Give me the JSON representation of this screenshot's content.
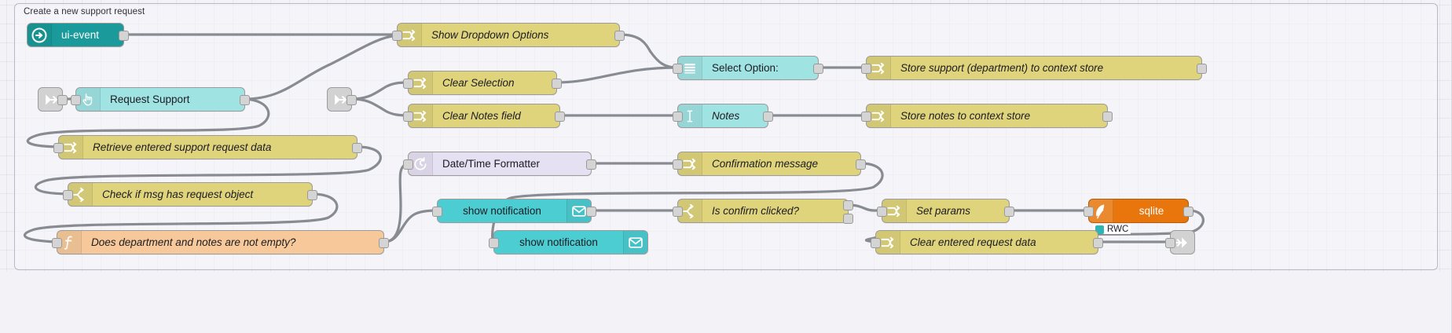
{
  "editor": {
    "app": "node-red-flow-editor",
    "canvas_background": "#f3f3f7",
    "grid_color": "#a0a0b4"
  },
  "group": {
    "label": "Create a new support request",
    "border_color": "#b8b8c8"
  },
  "palette": {
    "change_node": "#dfd37b",
    "switch_node": "#dfd37b",
    "function_node": "#f7c99a",
    "ui_template": "#9fe3e3",
    "ui_event": "#1a9a9a",
    "notification": "#4ccdd2",
    "datetime": "#e6e0f3",
    "sqlite": "#e8760c",
    "link_node": "#d2d2d2",
    "wire": "#888c92",
    "status_dot": "#2db5b5"
  },
  "nodes": [
    {
      "id": "ui-event",
      "label": "ui-event",
      "icon": "arrow-right-circle-icon",
      "color_key": "ui_event"
    },
    {
      "id": "show-dropdown",
      "label": "Show Dropdown Options",
      "icon": "change-node-icon",
      "color_key": "change_node"
    },
    {
      "id": "select-option",
      "label": "Select Option:",
      "icon": "dropdown-list-icon",
      "color_key": "ui_template"
    },
    {
      "id": "store-support",
      "label": "Store support (department) to context store",
      "icon": "change-node-icon",
      "color_key": "change_node"
    },
    {
      "id": "request-support",
      "label": "Request Support",
      "icon": "button-click-icon",
      "color_key": "ui_template"
    },
    {
      "id": "clear-selection",
      "label": "Clear Selection",
      "icon": "change-node-icon",
      "color_key": "change_node"
    },
    {
      "id": "clear-notes",
      "label": "Clear Notes field",
      "icon": "change-node-icon",
      "color_key": "change_node"
    },
    {
      "id": "notes",
      "label": "Notes",
      "icon": "text-input-icon",
      "color_key": "ui_template"
    },
    {
      "id": "store-notes",
      "label": "Store notes to context store",
      "icon": "change-node-icon",
      "color_key": "change_node"
    },
    {
      "id": "retrieve-data",
      "label": "Retrieve entered support request data",
      "icon": "change-node-icon",
      "color_key": "change_node"
    },
    {
      "id": "check-msg",
      "label": "Check if msg has request object",
      "icon": "switch-node-icon",
      "color_key": "switch_node"
    },
    {
      "id": "dept-notes",
      "label": "Does department and notes are not empty?",
      "icon": "function-node-icon",
      "color_key": "function_node"
    },
    {
      "id": "datetime",
      "label": "Date/Time Formatter",
      "icon": "clock-icon",
      "color_key": "datetime"
    },
    {
      "id": "confirm-msg",
      "label": "Confirmation message",
      "icon": "change-node-icon",
      "color_key": "change_node"
    },
    {
      "id": "notify-1",
      "label": "show notification",
      "icon": "envelope-icon",
      "color_key": "notification"
    },
    {
      "id": "notify-2",
      "label": "show notification",
      "icon": "envelope-icon",
      "color_key": "notification"
    },
    {
      "id": "is-confirm",
      "label": "Is confirm clicked?",
      "icon": "switch-node-icon",
      "color_key": "switch_node"
    },
    {
      "id": "set-params",
      "label": "Set params",
      "icon": "change-node-icon",
      "color_key": "change_node"
    },
    {
      "id": "sqlite",
      "label": "sqlite",
      "icon": "feather-icon",
      "color_key": "sqlite"
    },
    {
      "id": "clear-request",
      "label": "Clear entered request data",
      "icon": "change-node-icon",
      "color_key": "change_node"
    }
  ],
  "link_nodes": [
    {
      "id": "link-in-1",
      "icon": "link-in-icon"
    },
    {
      "id": "link-in-2",
      "icon": "link-in-icon"
    },
    {
      "id": "link-out-1",
      "icon": "link-out-icon"
    }
  ],
  "status": {
    "sqlite_status": "RWC"
  }
}
